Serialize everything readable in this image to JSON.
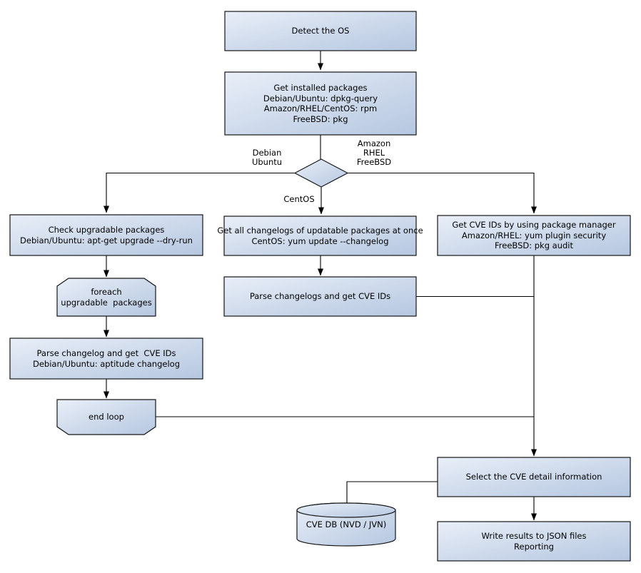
{
  "colors": {
    "background": "#ffffff",
    "node_fill_light": "#e9eff8",
    "node_fill_dark": "#b5c7e0",
    "node_border": "#161616",
    "edge_line": "#000000",
    "text": "#000000"
  },
  "nodes": {
    "detect_os": {
      "text": "Detect the OS"
    },
    "get_installed_packages": {
      "text": "Get installed packages\nDebian/Ubuntu: dpkg-query\nAmazon/RHEL/CentOS: rpm\nFreeBSD: pkg"
    },
    "check_upgradable": {
      "text": "Check upgradable packages\nDebian/Ubuntu: apt-get upgrade --dry-run"
    },
    "foreach_loop": {
      "text": "foreach\nupgradable  packages"
    },
    "parse_changelog": {
      "text": "Parse changelog and get  CVE IDs\nDebian/Ubuntu: aptitude changelog"
    },
    "end_loop": {
      "text": "end loop"
    },
    "get_all_changelogs": {
      "text": "Get all changelogs of updatable packages at once\nCentOS: yum update --changelog"
    },
    "parse_changelogs": {
      "text": "Parse changelogs and get CVE IDs"
    },
    "get_cve_ids_pkg_manager": {
      "text": "Get CVE IDs by using package manager\nAmazon/RHEL: yum plugin security\nFreeBSD: pkg audit"
    },
    "select_cve_detail": {
      "text": "Select the CVE detail information"
    },
    "cve_db": {
      "text": "CVE DB (NVD / JVN)"
    },
    "write_results": {
      "text": "Write results to JSON files\nReporting"
    }
  },
  "edge_labels": {
    "debian_ubuntu": "Debian\nUbuntu",
    "amazon_rhel_freebsd": "Amazon\nRHEL\nFreeBSD",
    "centos": "CentOS"
  }
}
